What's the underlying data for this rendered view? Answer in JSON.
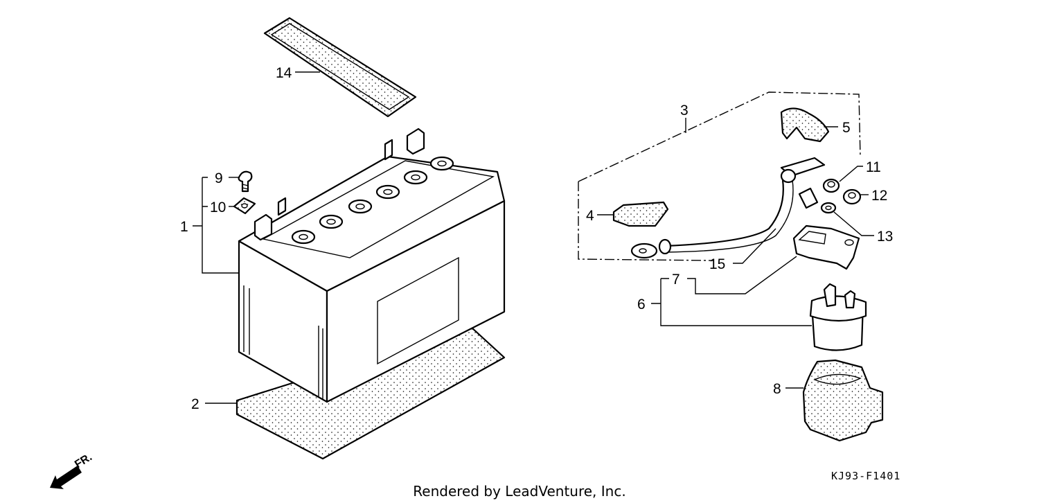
{
  "callouts": {
    "c1": "1",
    "c2": "2",
    "c3": "3",
    "c4": "4",
    "c5": "5",
    "c6": "6",
    "c7": "7",
    "c8": "8",
    "c9": "9",
    "c10": "10",
    "c11": "11",
    "c12": "12",
    "c13": "13",
    "c14": "14",
    "c15": "15"
  },
  "diagram_code": "KJ93-F1401",
  "direction_label": "FR.",
  "footer": "Rendered by LeadVenture, Inc.",
  "colors": {
    "ink": "#000000",
    "paper": "#ffffff"
  }
}
